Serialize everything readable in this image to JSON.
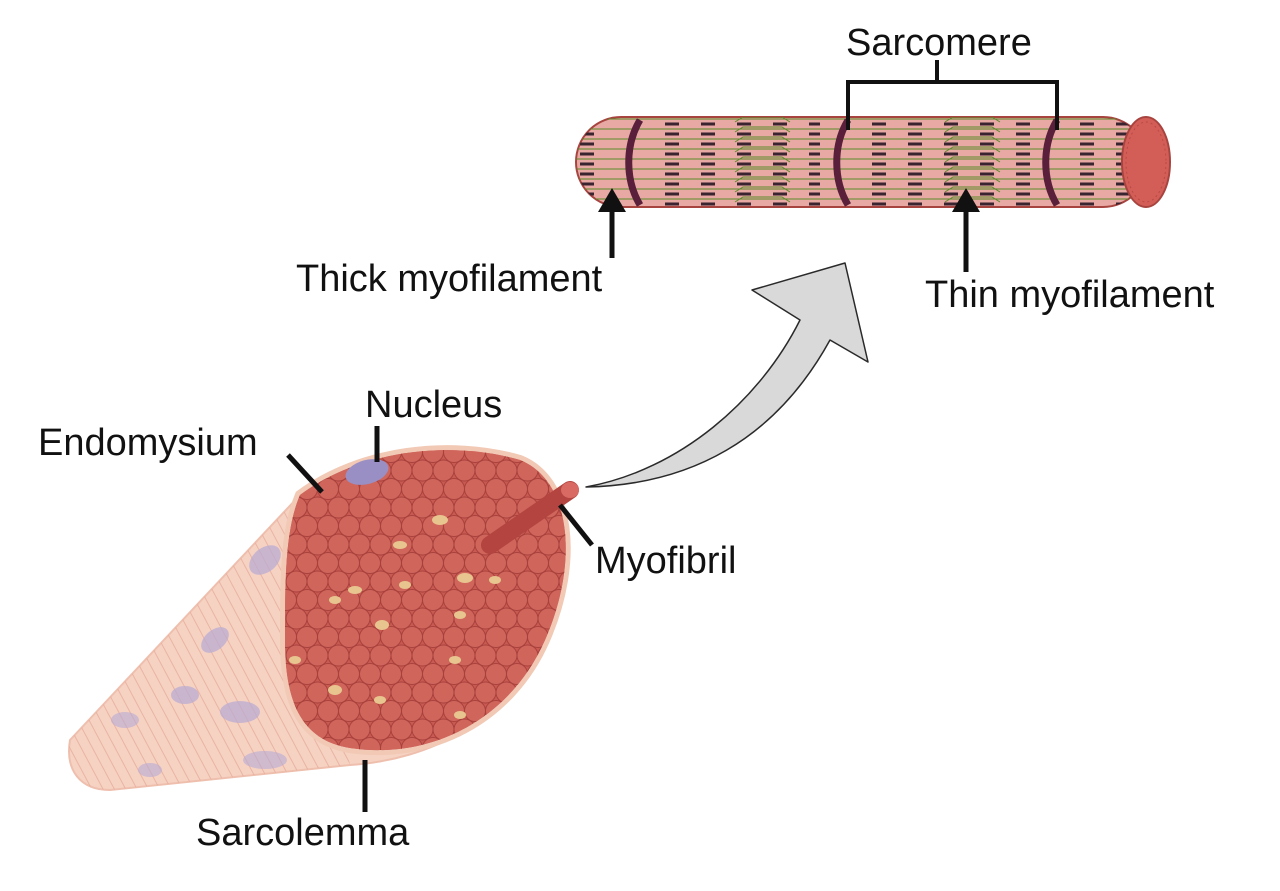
{
  "labels": {
    "sarcomere": "Sarcomere",
    "thick_myofilament": "Thick myofilament",
    "thin_myofilament": "Thin myofilament",
    "nucleus": "Nucleus",
    "endomysium": "Endomysium",
    "myofibril": "Myofibril",
    "sarcolemma": "Sarcolemma"
  },
  "colors": {
    "fiber_outer": "#f3c9b8",
    "fiber_stripe": "#e4a594",
    "cut_face": "#c85a52",
    "fibril_circle": "#d0655c",
    "fibril_edge": "#a8413c",
    "mitochondria": "#e8c48e",
    "nucleus": "#9a8fc4",
    "myofibril_pink": "#e8a9a4",
    "z_disc": "#5a1f3a",
    "thin_filament_green": "#5a8a2a",
    "thick_filament": "#3a2430",
    "arrow_gray": "#d9d9d9",
    "line": "#111111"
  }
}
